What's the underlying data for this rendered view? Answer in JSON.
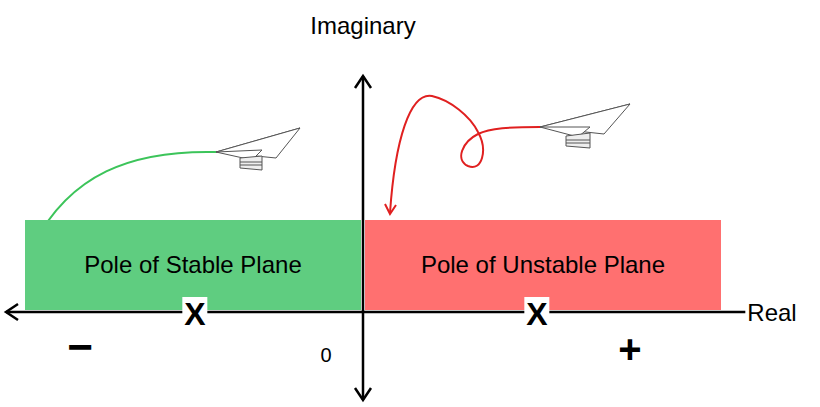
{
  "diagram": {
    "nodes": [
      {
        "text": [
          "Pole of Stable Plane"
        ]
      },
      {
        "text": [
          "Pole of Unstable Plane"
        ]
      }
    ],
    "labels": [
      "Imaginary",
      "X",
      "X",
      "−",
      "0",
      "+",
      "Real"
    ]
  }
}
